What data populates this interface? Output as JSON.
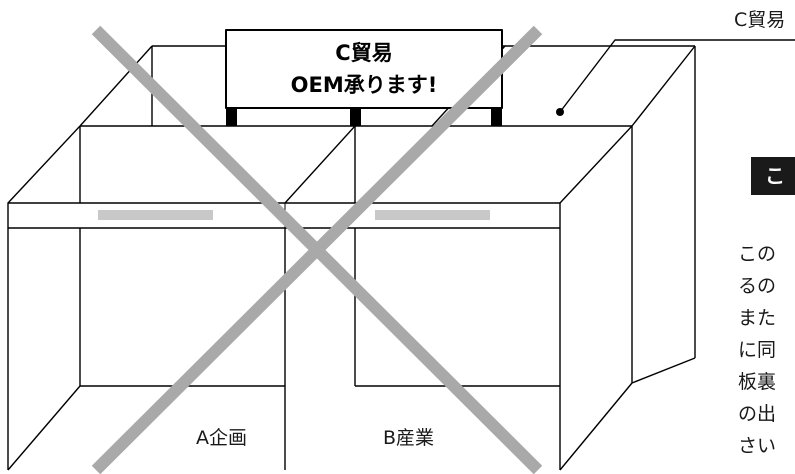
{
  "sign": {
    "line1": "C貿易",
    "line2": "OEM承ります!"
  },
  "callout_label": "C貿易",
  "booth_labels": {
    "a": "A企画",
    "b": "B産業"
  },
  "side_panel": {
    "heading": "こ",
    "lines": [
      "この",
      "るの",
      "また",
      "に同",
      "板裏",
      "の出",
      "さい"
    ]
  },
  "colors": {
    "cross": "#a9a9a9",
    "stripe": "#c8c8c8",
    "ink": "#000000",
    "heading_bg": "#1a1a1a"
  }
}
